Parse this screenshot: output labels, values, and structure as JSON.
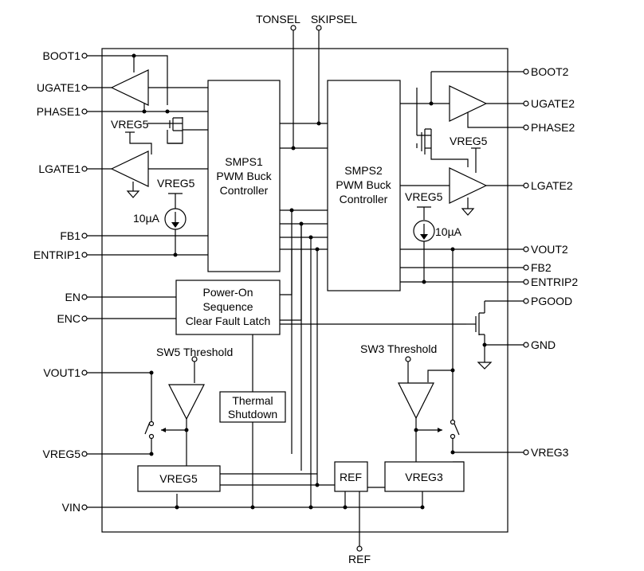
{
  "pins_left": {
    "boot1": "BOOT1",
    "ugate1": "UGATE1",
    "phase1": "PHASE1",
    "lgate1": "LGATE1",
    "fb1": "FB1",
    "entrip1": "ENTRIP1",
    "en": "EN",
    "enc": "ENC",
    "vout1": "VOUT1",
    "vreg5": "VREG5",
    "vin": "VIN"
  },
  "pins_top": {
    "tonsel": "TONSEL",
    "skipsel": "SKIPSEL"
  },
  "pins_right": {
    "boot2": "BOOT2",
    "ugate2": "UGATE2",
    "phase2": "PHASE2",
    "lgate2": "LGATE2",
    "vout2": "VOUT2",
    "fb2": "FB2",
    "entrip2": "ENTRIP2",
    "pgood": "PGOOD",
    "gnd": "GND",
    "vreg3": "VREG3"
  },
  "pins_bottom": {
    "ref": "REF"
  },
  "blocks": {
    "smps1": [
      "SMPS1",
      "PWM Buck",
      "Controller"
    ],
    "smps2": [
      "SMPS2",
      "PWM Buck",
      "Controller"
    ],
    "power_on": [
      "Power-On",
      "Sequence",
      "Clear Fault Latch"
    ],
    "thermal": [
      "Thermal",
      "Shutdown"
    ],
    "vreg5_block": "VREG5",
    "ref_block": "REF",
    "vreg3_block": "VREG3"
  },
  "labels": {
    "vreg5_left_a": "VREG5",
    "vreg5_left_b": "VREG5",
    "vreg5_right_a": "VREG5",
    "vreg5_right_b": "VREG5",
    "current_left": "10µA",
    "current_right": "10µA",
    "sw5_threshold": "SW5 Threshold",
    "sw3_threshold": "SW3 Threshold"
  }
}
